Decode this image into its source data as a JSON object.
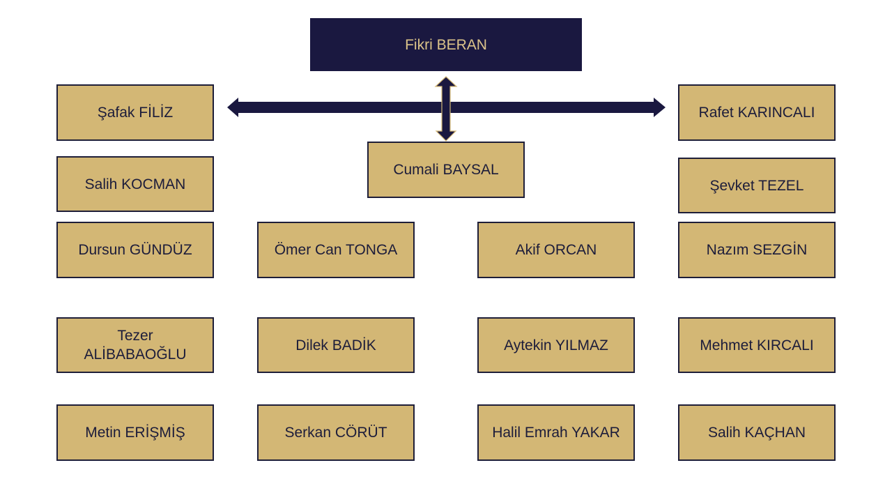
{
  "chart": {
    "head": "Fikri BERAN",
    "deputy": "Cumali BAYSAL",
    "side_left": "Şafak FİLİZ",
    "side_right": "Rafet KARINCALI",
    "col1": [
      "Salih KOCMAN",
      "Dursun GÜNDÜZ",
      "Tezer ALİBABAOĞLU",
      "Metin ERİŞMİŞ"
    ],
    "col2": [
      "Ömer Can TONGA",
      "Dilek BADİK",
      "Serkan CÖRÜT"
    ],
    "col3": [
      "Akif ORCAN",
      "Aytekin YILMAZ",
      "Halil Emrah YAKAR"
    ],
    "col4": [
      "Şevket TEZEL",
      "Nazım SEZGİN",
      "Mehmet KIRCALI",
      "Salih KAÇHAN"
    ]
  },
  "colors": {
    "navy": "#1a1840",
    "gold": "#d3b775",
    "head_text": "#dcc48a",
    "box_text": "#1c1c3a"
  }
}
